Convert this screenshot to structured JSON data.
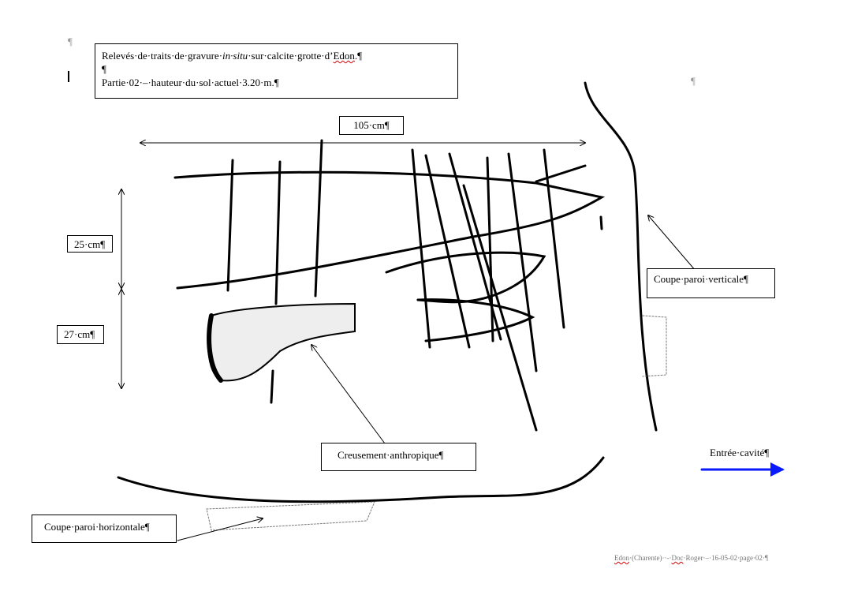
{
  "header": {
    "title_pre": "Relevés·de·traits·de·gravure·",
    "title_italic": "in·situ",
    "title_post": "·sur·calcite·grotte·d’",
    "title_site": "Edon",
    "title_end": ".¶",
    "blank": "¶",
    "subtitle": "Partie·02·–·hauteur·du·sol·actuel·3.20·m.¶"
  },
  "marks": {
    "pilcrow": "¶"
  },
  "labels": {
    "width": "105·cm¶",
    "h1": "25·cm¶",
    "h2": "27·cm¶",
    "vertical": "Coupe·paroi·verticale¶",
    "anthropic": "Creusement·anthropique¶",
    "entrance": "Entrée·cavité¶",
    "horizontal": "Coupe·paroi·horizontale¶"
  },
  "footer": {
    "site": "Edon",
    "rest": "·(Charente)··-·",
    "doc": "Doc",
    "rest2": "·Roger·–·16-05-02·page·02·¶"
  },
  "colors": {
    "arrow": "#0a1aff"
  }
}
